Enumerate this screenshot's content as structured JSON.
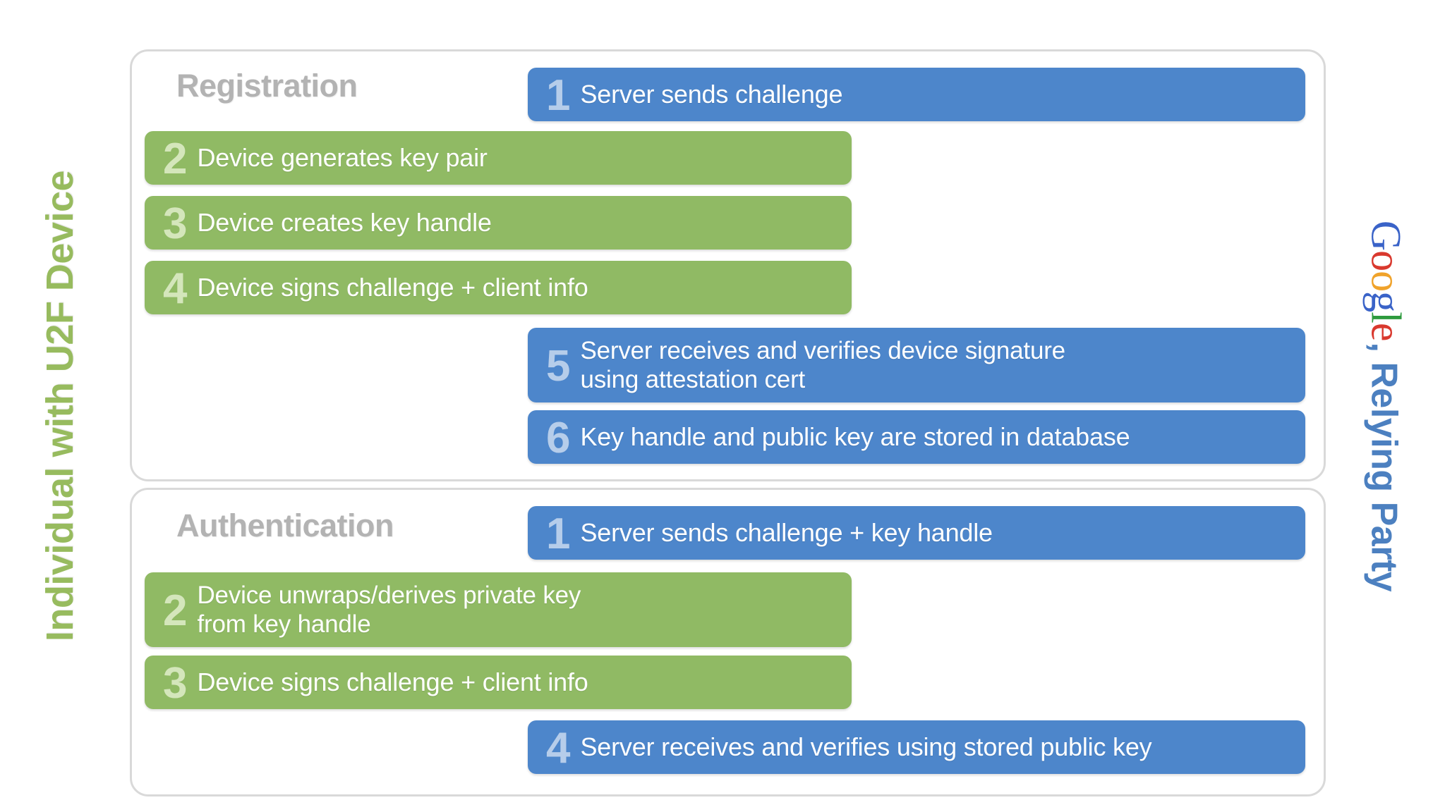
{
  "actors": {
    "left": {
      "label": "Individual with U2F Device",
      "color": "#97bb5e",
      "orientation": "vertical-bottom-to-top"
    },
    "right": {
      "brand": "Google",
      "brand_letters": [
        {
          "char": "G",
          "color": "#3a63c8"
        },
        {
          "char": "o",
          "color": "#d9392e"
        },
        {
          "char": "o",
          "color": "#f0a32b"
        },
        {
          "char": "g",
          "color": "#3a63c8"
        },
        {
          "char": "l",
          "color": "#2e9b3e"
        },
        {
          "char": "e",
          "color": "#d9392e"
        }
      ],
      "suffix": ", Relying Party",
      "color": "#4c80c0",
      "orientation": "vertical-top-to-bottom"
    }
  },
  "colors": {
    "green_bar": "#90ba64",
    "green_numeral": "#d4e6bb",
    "blue_bar": "#4d86cb",
    "blue_numeral": "#b6cdea",
    "panel_border": "#d9d9d9",
    "panel_title": "#b3b3b3",
    "bar_text": "#ffffff",
    "background": "#ffffff"
  },
  "panels": [
    {
      "id": "registration",
      "title": "Registration",
      "steps": [
        {
          "num": "1",
          "text": "Server sends challenge",
          "side": "server",
          "lines": 1
        },
        {
          "num": "2",
          "text": "Device generates key pair",
          "side": "device",
          "lines": 1
        },
        {
          "num": "3",
          "text": "Device creates key handle",
          "side": "device",
          "lines": 1
        },
        {
          "num": "4",
          "text": "Device signs challenge + client info",
          "side": "device",
          "lines": 1
        },
        {
          "num": "5",
          "text": "Server receives and verifies device signature\nusing attestation cert",
          "side": "server",
          "lines": 2
        },
        {
          "num": "6",
          "text": " Key handle and public key are stored in database",
          "side": "server",
          "lines": 1
        }
      ]
    },
    {
      "id": "authentication",
      "title": "Authentication",
      "steps": [
        {
          "num": "1",
          "text": "Server sends challenge + key handle",
          "side": "server",
          "lines": 1
        },
        {
          "num": "2",
          "text": "Device unwraps/derives private key\nfrom key handle",
          "side": "device",
          "lines": 2
        },
        {
          "num": "3",
          "text": "Device signs challenge + client info",
          "side": "device",
          "lines": 1
        },
        {
          "num": "4",
          "text": "Server receives and verifies using stored public key",
          "side": "server",
          "lines": 1
        }
      ]
    }
  ]
}
